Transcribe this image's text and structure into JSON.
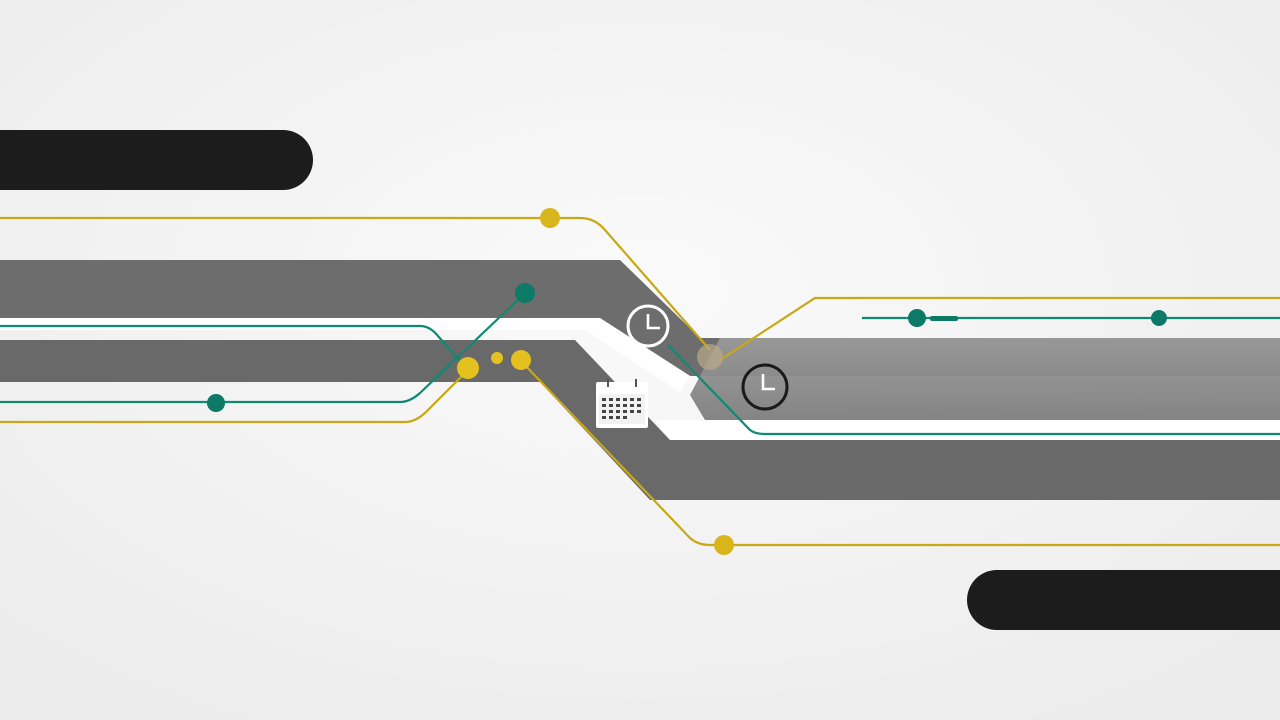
{
  "scene": {
    "background_color": "#f2f2f2",
    "text_labels": []
  },
  "palette": {
    "black_pill": "#1c1c1c",
    "dark_band": "#6a6a6a",
    "light_band": "#8a8a8a",
    "gold_line": "#c8a816",
    "gold_dot": "#d9b51c",
    "teal_line": "#0f8a72",
    "teal_dot": "#0c7a66",
    "white_gap": "#ffffff"
  },
  "icons": [
    {
      "name": "clock-icon",
      "style": "white-outline"
    },
    {
      "name": "clock-icon",
      "style": "black-outline"
    },
    {
      "name": "calendar-icon",
      "style": "white"
    }
  ]
}
